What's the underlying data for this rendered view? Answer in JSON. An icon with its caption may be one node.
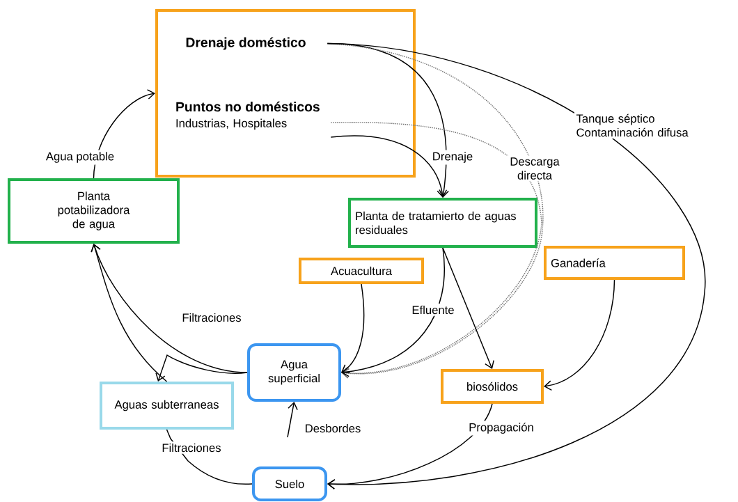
{
  "diagram": {
    "nodes": [
      {
        "text": [],
        "shape": "box"
      },
      {
        "text": [
          "Drenaje doméstico"
        ],
        "in": 0
      },
      {
        "text": [
          "Puntos no domésticos",
          "Industrias, Hospitales"
        ],
        "in": 0
      },
      {
        "text": [
          "Planta potabilizadora de agua"
        ]
      },
      {
        "text": [
          "Planta de tratamierto de aguas residuales"
        ]
      },
      {
        "text": [
          "Acuacultura"
        ]
      },
      {
        "text": [
          "Ganadería"
        ]
      },
      {
        "text": [
          "Agua superficial"
        ]
      },
      {
        "text": [
          "biosólidos"
        ]
      },
      {
        "text": [
          "Aguas subterraneas"
        ]
      },
      {
        "text": [
          "Suelo"
        ]
      }
    ],
    "edges": [
      {
        "from": 3,
        "to": 0,
        "arrow": "to",
        "label": "Agua potable"
      },
      {
        "from": 1,
        "to": 4,
        "arrow": "to",
        "label": "Drenaje"
      },
      {
        "from": 2,
        "to": 4,
        "arrow": "to"
      },
      {
        "from": 1,
        "to": 7,
        "arrow": "to",
        "style": "dashed",
        "color": "#737373"
      },
      {
        "from": 2,
        "to": 7,
        "arrow": "to",
        "style": "dashed",
        "color": "#737373",
        "label": "Descarga directa"
      },
      {
        "from": 1,
        "to": 10,
        "arrow": "to",
        "label": "Tanque séptico Contaminación difusa"
      },
      {
        "from": 4,
        "to": 7,
        "arrow": "to",
        "label": "Efluente"
      },
      {
        "from": 4,
        "to": 8,
        "arrow": "to"
      },
      {
        "from": 5,
        "to": 7,
        "arrow": "to"
      },
      {
        "from": 6,
        "to": 8,
        "arrow": "to"
      },
      {
        "from": 8,
        "to": 10,
        "arrow": "to",
        "label": "Propagación"
      },
      {
        "from": 7,
        "to": 3,
        "arrow": "to"
      },
      {
        "from": 9,
        "to": 3,
        "arrow": "to"
      },
      {
        "from": 7,
        "to": 9,
        "arrow": "to",
        "label": "Filtraciones"
      },
      {
        "from": 10,
        "to": 9,
        "arrow": "none",
        "label": "Filtraciones"
      },
      {
        "from": null,
        "to": 7,
        "arrow": "to",
        "label": "Desbordes"
      }
    ]
  }
}
